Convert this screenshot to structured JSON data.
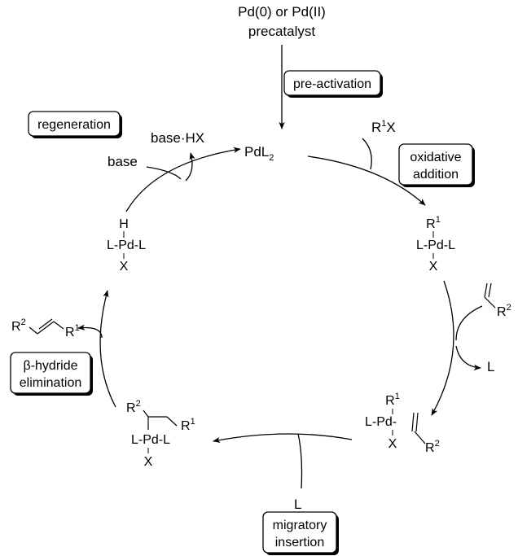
{
  "precatalyst": {
    "line1": "Pd(0) or Pd(II)",
    "line2": "precatalyst"
  },
  "steps": {
    "pre_activation": "pre-activation",
    "regeneration": "regeneration",
    "oxidative_addition": [
      "oxidative",
      "addition"
    ],
    "beta_hydride_elimination": [
      "β-hydride",
      "elimination"
    ],
    "migratory_insertion": [
      "migratory",
      "insertion"
    ]
  },
  "species": {
    "pdl2": {
      "main": "PdL",
      "sub": "2"
    },
    "base": "base",
    "base_hx": "base·HX",
    "r1x": {
      "r": "R",
      "sup": "1",
      "x": "X"
    },
    "ligand_L": "L",
    "ligand_L2": "L"
  },
  "complex_oa": {
    "top": {
      "r": "R",
      "sup": "1"
    },
    "mid": "L-Pd-L",
    "bottom": "X"
  },
  "complex_pi": {
    "top": {
      "r": "R",
      "sup": "1"
    },
    "left": "L-Pd-",
    "bottom": "X",
    "r2": {
      "r": "R",
      "sup": "2"
    }
  },
  "complex_ins": {
    "r2": {
      "r": "R",
      "sup": "2"
    },
    "r1": {
      "r": "R",
      "sup": "1"
    },
    "mid": "L-Pd-L",
    "bottom": "X"
  },
  "complex_hyd": {
    "top": "H",
    "mid": "L-Pd-L",
    "bottom": "X"
  },
  "alkene_reagent": {
    "r": "R",
    "sup": "2"
  },
  "alkene_product": {
    "r2": {
      "r": "R",
      "sup": "2"
    },
    "r1": {
      "r": "R",
      "sup": "1"
    }
  }
}
